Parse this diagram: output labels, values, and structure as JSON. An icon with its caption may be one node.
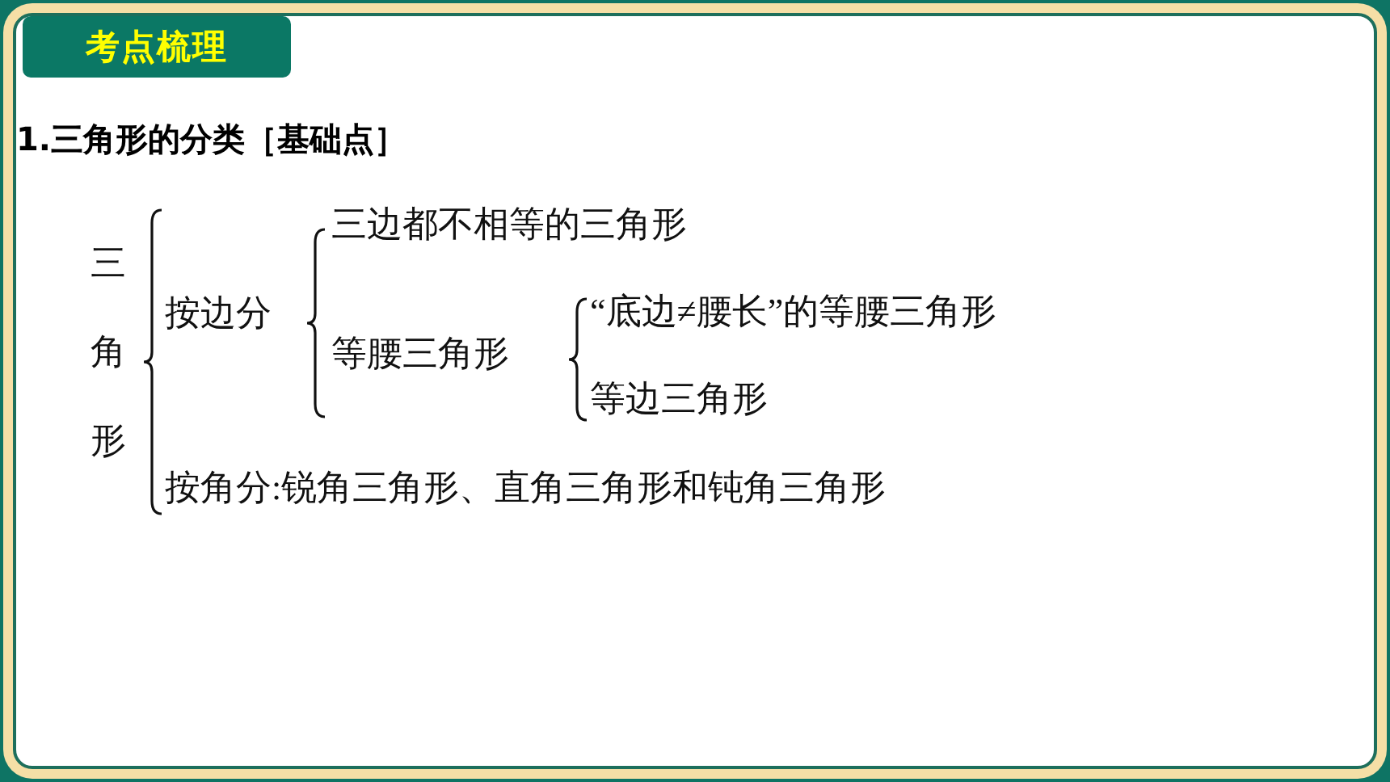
{
  "diagram": {
    "title": "1.三角形的分类［基础点］",
    "nodes": [
      {
        "text": [
          "考点梳理"
        ]
      }
    ],
    "labels": [
      "三角形",
      "按边分",
      "三边都不相等的三角形",
      "等腰三角形",
      "“底边≠腰长”的等腰三角形",
      "等边三角形",
      "按角分:锐角三角形、直角三角形和钝角三角形"
    ]
  }
}
